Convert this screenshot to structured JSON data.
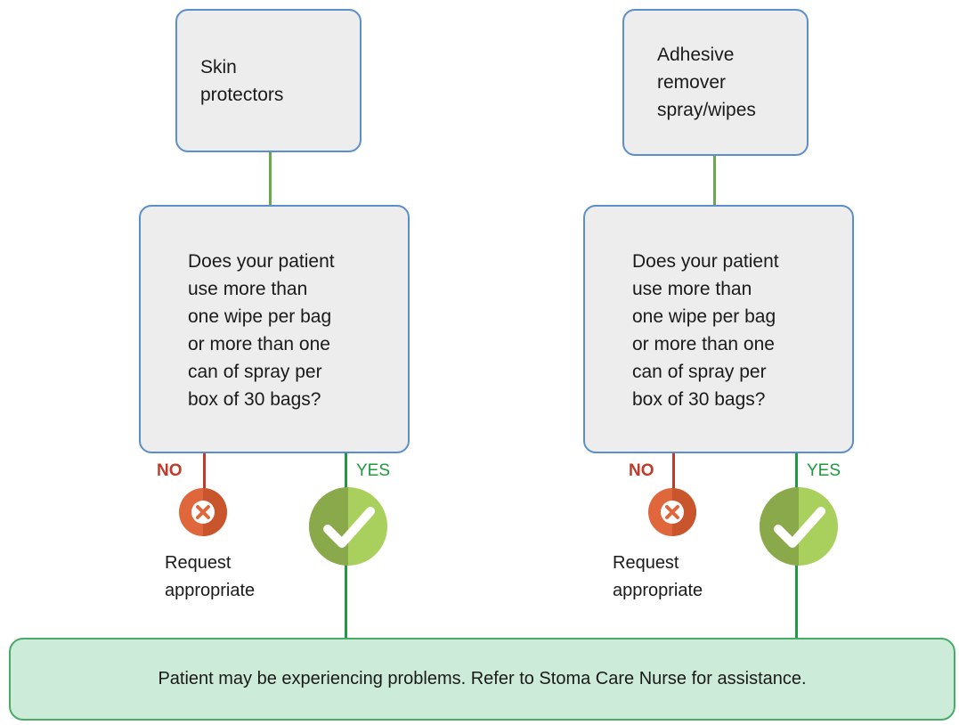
{
  "left": {
    "top_box": "Skin\nprotectors",
    "question": "Does your patient\nuse more than\none wipe per bag\nor more than one\ncan of spray per\nbox of 30 bags?",
    "no_label": "NO",
    "yes_label": "YES",
    "no_text": "Request\nappropriate"
  },
  "right": {
    "top_box": "Adhesive\nremover\nspray/wipes",
    "question": "Does your patient\nuse more than\none wipe per bag\nor more than one\ncan of spray per\nbox of 30 bags?",
    "no_label": "NO",
    "yes_label": "YES",
    "no_text": "Request\nappropriate"
  },
  "bottom": {
    "text": "Patient may be experiencing problems. Refer to Stoma Care Nurse for assistance."
  },
  "colors": {
    "box_fill": "#ededed",
    "box_border": "#5b8fc9",
    "no_red": "#c0392b",
    "yes_green": "#1e9b3c",
    "bottom_fill": "#cdebd9"
  },
  "icons": {
    "no": "x-circle-icon",
    "yes": "checkmark-circle-icon"
  }
}
